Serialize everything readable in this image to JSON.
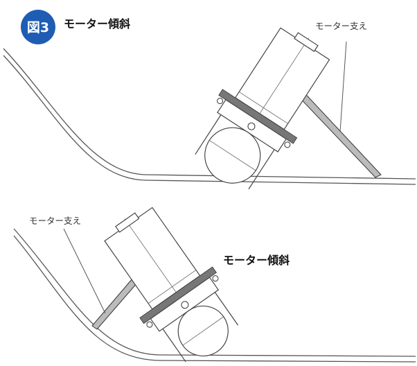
{
  "figure": {
    "badge": "図3",
    "title": "モーター傾斜"
  },
  "top_view": {
    "support_label": "モーター支え"
  },
  "bottom_view": {
    "support_label": "モーター支え",
    "tilt_label": "モーター傾斜"
  },
  "colors": {
    "badge": "#1f5db4",
    "line": "#444444"
  }
}
